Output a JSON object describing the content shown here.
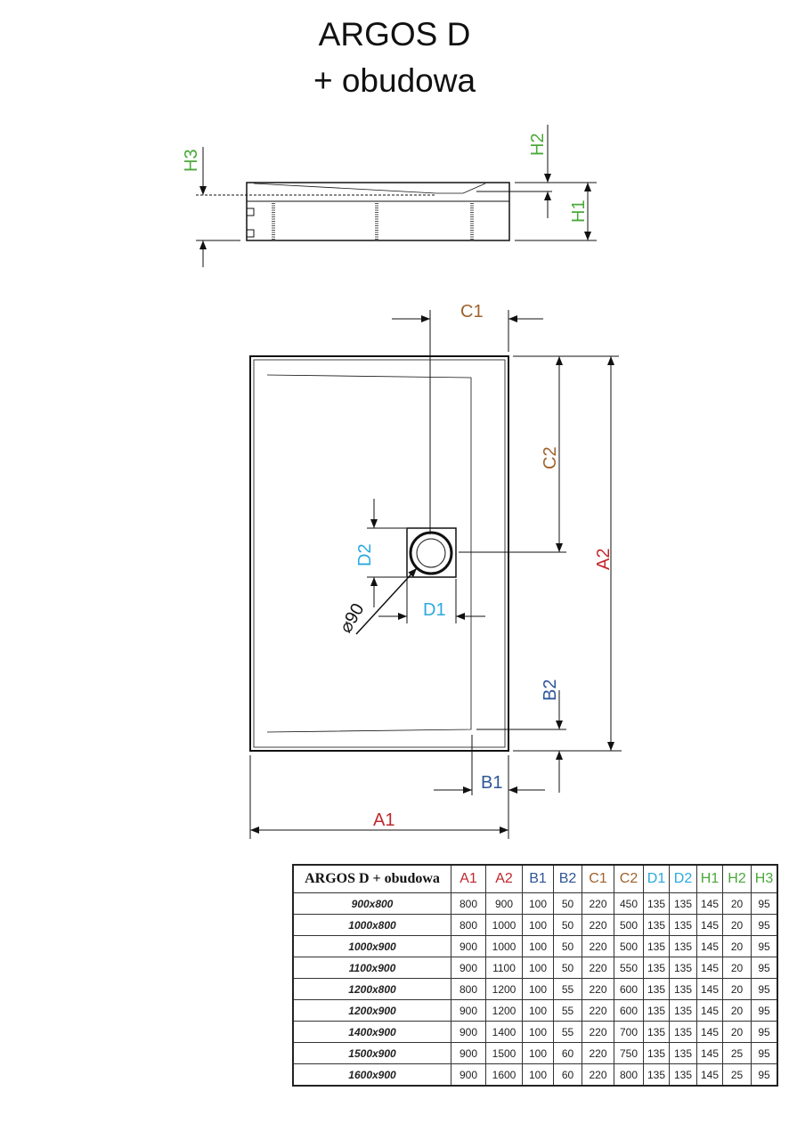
{
  "title": {
    "line1": "ARGOS D",
    "line2": "+ obudowa"
  },
  "colors": {
    "A": "#c0272d",
    "B": "#2e5597",
    "C": "#a0622d",
    "D": "#29a9e0",
    "H": "#4aa83a"
  },
  "dimension_labels": {
    "A1": "A1",
    "A2": "A2",
    "B1": "B1",
    "B2": "B2",
    "C1": "C1",
    "C2": "C2",
    "D1": "D1",
    "D2": "D2",
    "H1": "H1",
    "H2": "H2",
    "H3": "H3",
    "drain": "⌀90"
  },
  "table": {
    "header_model": "ARGOS D + obudowa",
    "columns": [
      "A1",
      "A2",
      "B1",
      "B2",
      "C1",
      "C2",
      "D1",
      "D2",
      "H1",
      "H2",
      "H3"
    ],
    "rows": [
      {
        "model": "900x800",
        "values": [
          800,
          900,
          100,
          50,
          220,
          450,
          135,
          135,
          145,
          20,
          95
        ]
      },
      {
        "model": "1000x800",
        "values": [
          800,
          1000,
          100,
          50,
          220,
          500,
          135,
          135,
          145,
          20,
          95
        ]
      },
      {
        "model": "1000x900",
        "values": [
          900,
          1000,
          100,
          50,
          220,
          500,
          135,
          135,
          145,
          20,
          95
        ]
      },
      {
        "model": "1100x900",
        "values": [
          900,
          1100,
          100,
          50,
          220,
          550,
          135,
          135,
          145,
          20,
          95
        ]
      },
      {
        "model": "1200x800",
        "values": [
          800,
          1200,
          100,
          55,
          220,
          600,
          135,
          135,
          145,
          20,
          95
        ]
      },
      {
        "model": "1200x900",
        "values": [
          900,
          1200,
          100,
          55,
          220,
          600,
          135,
          135,
          145,
          20,
          95
        ]
      },
      {
        "model": "1400x900",
        "values": [
          900,
          1400,
          100,
          55,
          220,
          700,
          135,
          135,
          145,
          20,
          95
        ]
      },
      {
        "model": "1500x900",
        "values": [
          900,
          1500,
          100,
          60,
          220,
          750,
          135,
          135,
          145,
          25,
          95
        ]
      },
      {
        "model": "1600x900",
        "values": [
          900,
          1600,
          100,
          60,
          220,
          800,
          135,
          135,
          145,
          25,
          95
        ]
      }
    ]
  }
}
